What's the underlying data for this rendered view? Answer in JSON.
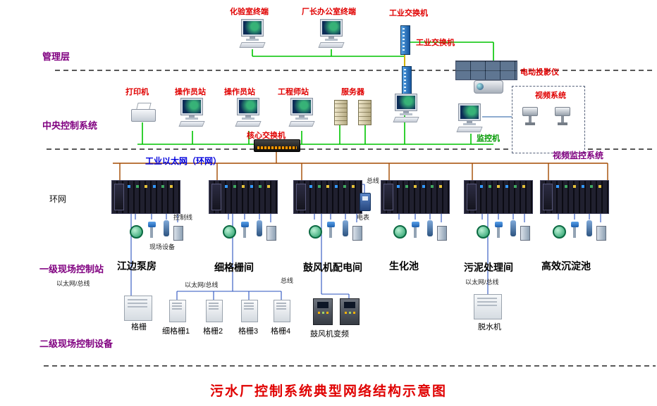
{
  "title": "污水厂控制系统典型网络结构示意图",
  "layers": {
    "management": "管理层",
    "central": "中央控制系统",
    "ring": "环网",
    "field_stations": "一级现场控制站",
    "field_devices": "二级现场控制设备"
  },
  "management": {
    "lab_terminal": "化验室终端",
    "director_terminal": "厂长办公室终端",
    "switch_top": "工业交换机",
    "switch_lower": "工业交换机"
  },
  "central": {
    "printer": "打印机",
    "operator1": "操作员站",
    "operator2": "操作员站",
    "engineer": "工程师站",
    "server": "服务器",
    "core_switch": "核心交换机",
    "monitor": "监控机",
    "projector": "电动投影仪",
    "video_system": "视频系统",
    "video_surveillance": "视频监控系统"
  },
  "network": {
    "industrial_ethernet": "工业以太网（环网）"
  },
  "stations": [
    {
      "name": "江边泵房",
      "link": "以太网/总线"
    },
    {
      "name": "细格栅间",
      "link": "以太网/总线"
    },
    {
      "name": "鼓风机配电间",
      "link": "总线"
    },
    {
      "name": "生化池",
      "link": ""
    },
    {
      "name": "污泥处理间",
      "link": "以太网/总线"
    },
    {
      "name": "高效沉淀池",
      "link": ""
    }
  ],
  "annotations": {
    "control_line": "控制线",
    "field_equipment": "现场设备",
    "bus": "总线",
    "meter": "电表"
  },
  "level2": {
    "grid": "格栅",
    "fine_grid1": "细格栅1",
    "grid2": "格栅2",
    "grid3": "格栅3",
    "grid4": "格栅4",
    "blower_vfd": "鼓风机变频",
    "dehydrator": "脱水机"
  }
}
